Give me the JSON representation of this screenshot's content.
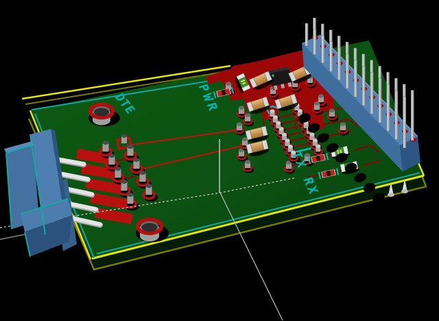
{
  "viewer": {
    "type": "pcb-3d-viewer",
    "background_color": "#000000"
  },
  "silkscreen": {
    "labels": {
      "dte": "DTE",
      "pwr": "PWR",
      "txrx": "TX RX"
    },
    "color": "#00b7b7"
  },
  "board": {
    "top_color": "#0d5513",
    "edge_outline_color": "#e8e800",
    "bottom_outline_color": "#7c7c00",
    "copper_pour_color": "#9c0707",
    "trace_color": "#8a0606",
    "bright_trace_color": "#c01010",
    "pad_ring_color": "#b80f0f"
  },
  "components": {
    "db9_connector": {
      "label": "DB9 connector",
      "body_color": "#44719f",
      "pin_color": "#e4e4e4",
      "visible_pins": 5
    },
    "pin_header": {
      "label": "2x13 pin header",
      "rows": 2,
      "pins_per_row": 13,
      "body_color": "#4a79a8",
      "pin_color": "#c2c2c2"
    },
    "dip16_socket": {
      "label": "DIP-16 footprint outline",
      "pad_count": 16,
      "outline_color": "#17b3b3"
    },
    "regulator": {
      "label": "SOT-23 IC",
      "body_color": "#181818"
    },
    "capacitors": {
      "label": "tantalum capacitor",
      "count": 6,
      "body_color": "#c79455"
    },
    "resistors": {
      "label": "SMD resistor",
      "count": 3,
      "body_color": "#2f8f2f"
    },
    "leds": {
      "label": "SMD LED",
      "count": 3,
      "body_color": "#c32020"
    },
    "mounting_holes": {
      "count": 2,
      "ring_color": "#b40f0f"
    },
    "vias": {
      "count": 16
    }
  },
  "axes": {
    "line_color": "#c8c8c8",
    "dashed_line_color": "#d0d0d0"
  }
}
